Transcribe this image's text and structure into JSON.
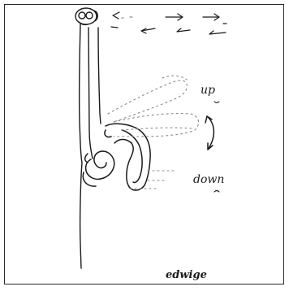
{
  "labels": {
    "up": "up",
    "down": "down",
    "signature": "edwige"
  },
  "colors": {
    "ink": "#1a1a1a",
    "faint_ink": "#8a8a8a",
    "paper": "#ffffff",
    "border": "#2a2a2a"
  }
}
